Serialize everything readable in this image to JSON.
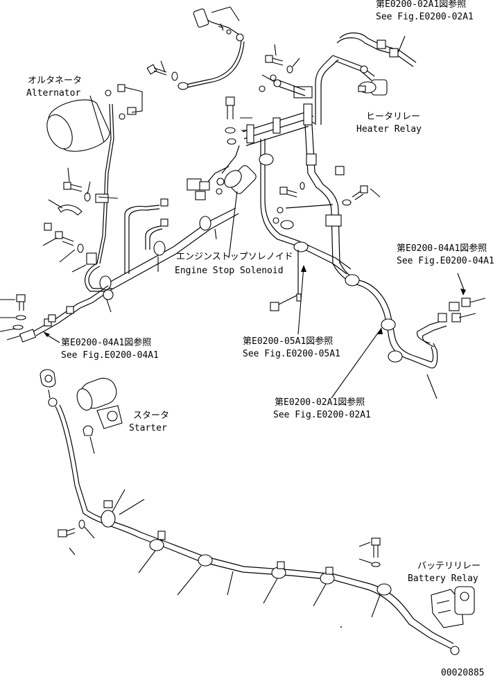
{
  "labels": {
    "alternator_ja": "オルタネータ",
    "alternator_en": "Alternator",
    "heater_relay_ja": "ヒータリレー",
    "heater_relay_en": "Heater Relay",
    "engine_stop_ja": "エンジンストップソレノイド",
    "engine_stop_en": "Engine Stop Solenoid",
    "starter_ja": "スタータ",
    "starter_en": "Starter",
    "battery_relay_ja": "バッテリリレー",
    "battery_relay_en": "Battery Relay"
  },
  "refs": {
    "top_right_ja": "第E0200-02A1図参照",
    "top_right_en": "See Fig.E0200-02A1",
    "right_ja": "第E0200-04A1図参照",
    "right_en": "See Fig.E0200-04A1",
    "left_ja": "第E0200-04A1図参照",
    "left_en": "See Fig.E0200-04A1",
    "center_ja": "第E0200-05A1図参照",
    "center_en": "See Fig.E0200-05A1",
    "lower_ja": "第E0200-02A1図参照",
    "lower_en": "See Fig.E0200-02A1"
  },
  "drawing_number": "00020885"
}
